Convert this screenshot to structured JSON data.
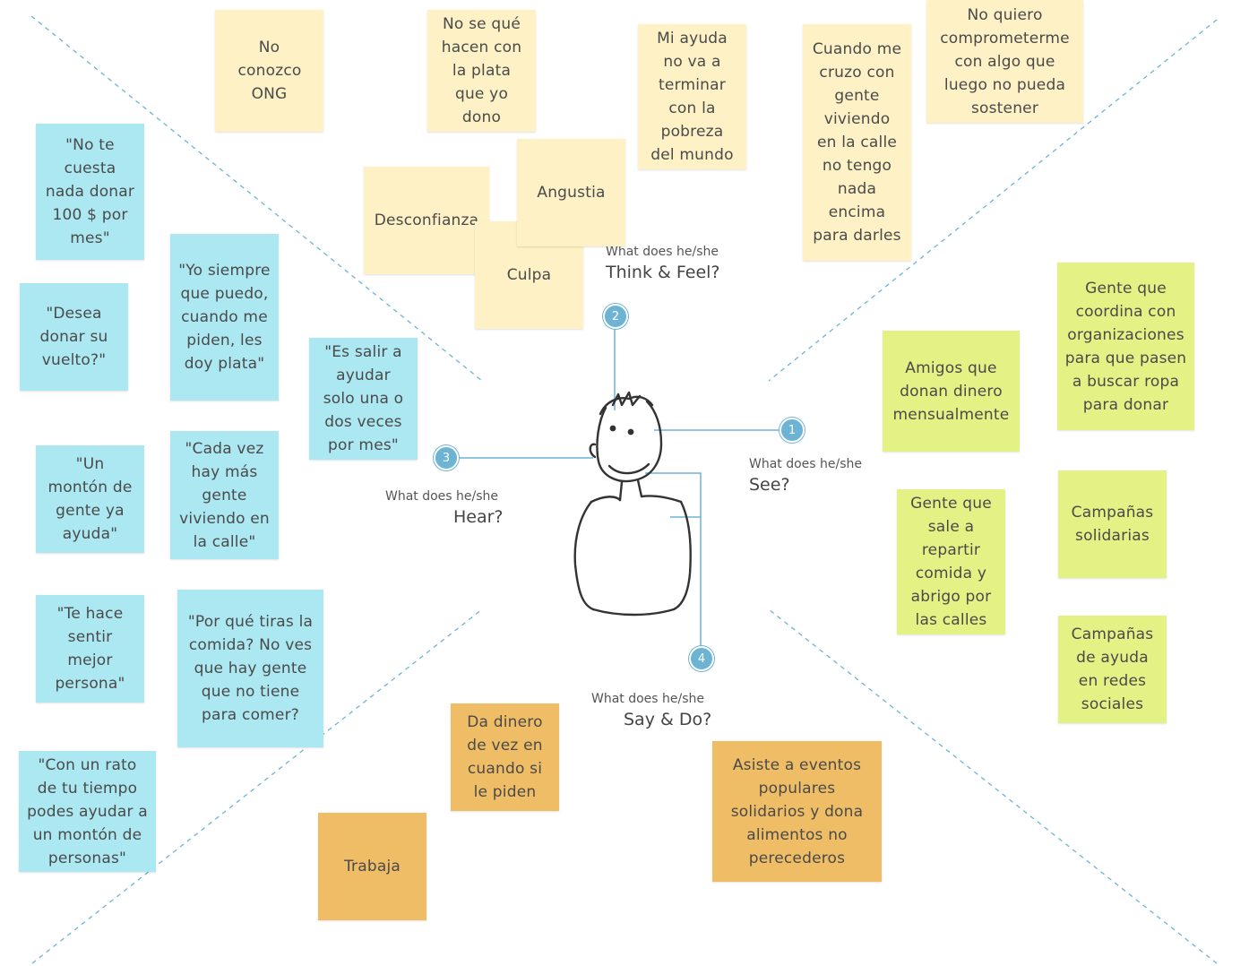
{
  "sections": {
    "think_feel": {
      "question": "What does he/she",
      "title": "Think & Feel?",
      "number": "2"
    },
    "see": {
      "question": "What does he/she",
      "title": "See?",
      "number": "1"
    },
    "hear": {
      "question": "What does he/she",
      "title": "Hear?",
      "number": "3"
    },
    "say_do": {
      "question": "What does he/she",
      "title": "Say & Do?",
      "number": "4"
    }
  },
  "notes": {
    "think": {
      "no_conozco": "No conozco ONG",
      "no_se_que": "No se qué hacen con la plata que yo dono",
      "mi_ayuda": "Mi ayuda no va a terminar con la pobreza del mundo",
      "cuando_me_cruzo": "Cuando me cruzo con gente viviendo en la calle no tengo nada encima para darles",
      "no_quiero": "No quiero comprometerme con algo que luego no pueda sostener",
      "desconfianza": "Desconfianza",
      "angustia": "Angustia",
      "culpa": "Culpa"
    },
    "hear": {
      "no_te_cuesta": "\"No te cuesta nada donar 100 $ por mes\"",
      "desea_donar": "\"Desea donar su vuelto?\"",
      "yo_siempre": "\"Yo siempre que puedo, cuando me piden, les doy plata\"",
      "es_salir": "\"Es salir a ayudar solo una o dos veces por mes\"",
      "un_monton": "\"Un montón de gente ya ayuda\"",
      "cada_vez": "\"Cada vez hay más gente viviendo en la calle\"",
      "te_hace": "\"Te hace sentir mejor persona\"",
      "por_que": "\"Por qué tiras la comida? No ves que hay gente que no tiene para comer?",
      "con_un_rato": "\"Con un rato de tu tiempo podes ayudar a un montón de personas\""
    },
    "see": {
      "amigos": "Amigos que donan dinero mensualmente",
      "gente_coordina": "Gente que coordina con organizaciones para que pasen a buscar ropa para donar",
      "gente_sale": "Gente que sale a repartir comida y abrigo por las calles",
      "campanas_solidarias": "Campañas solidarias",
      "campanas_redes": "Campañas de ayuda en redes sociales"
    },
    "say_do": {
      "da_dinero": "Da dinero de vez en cuando si le piden",
      "asiste": "Asiste a eventos populares solidarios y dona alimentos no perecederos",
      "trabaja": "Trabaja"
    }
  },
  "colors": {
    "think": "#fdf1c5",
    "hear": "#ace8f2",
    "see": "#e4f185",
    "say_do": "#efbd66",
    "connector": "#6db3d4"
  }
}
